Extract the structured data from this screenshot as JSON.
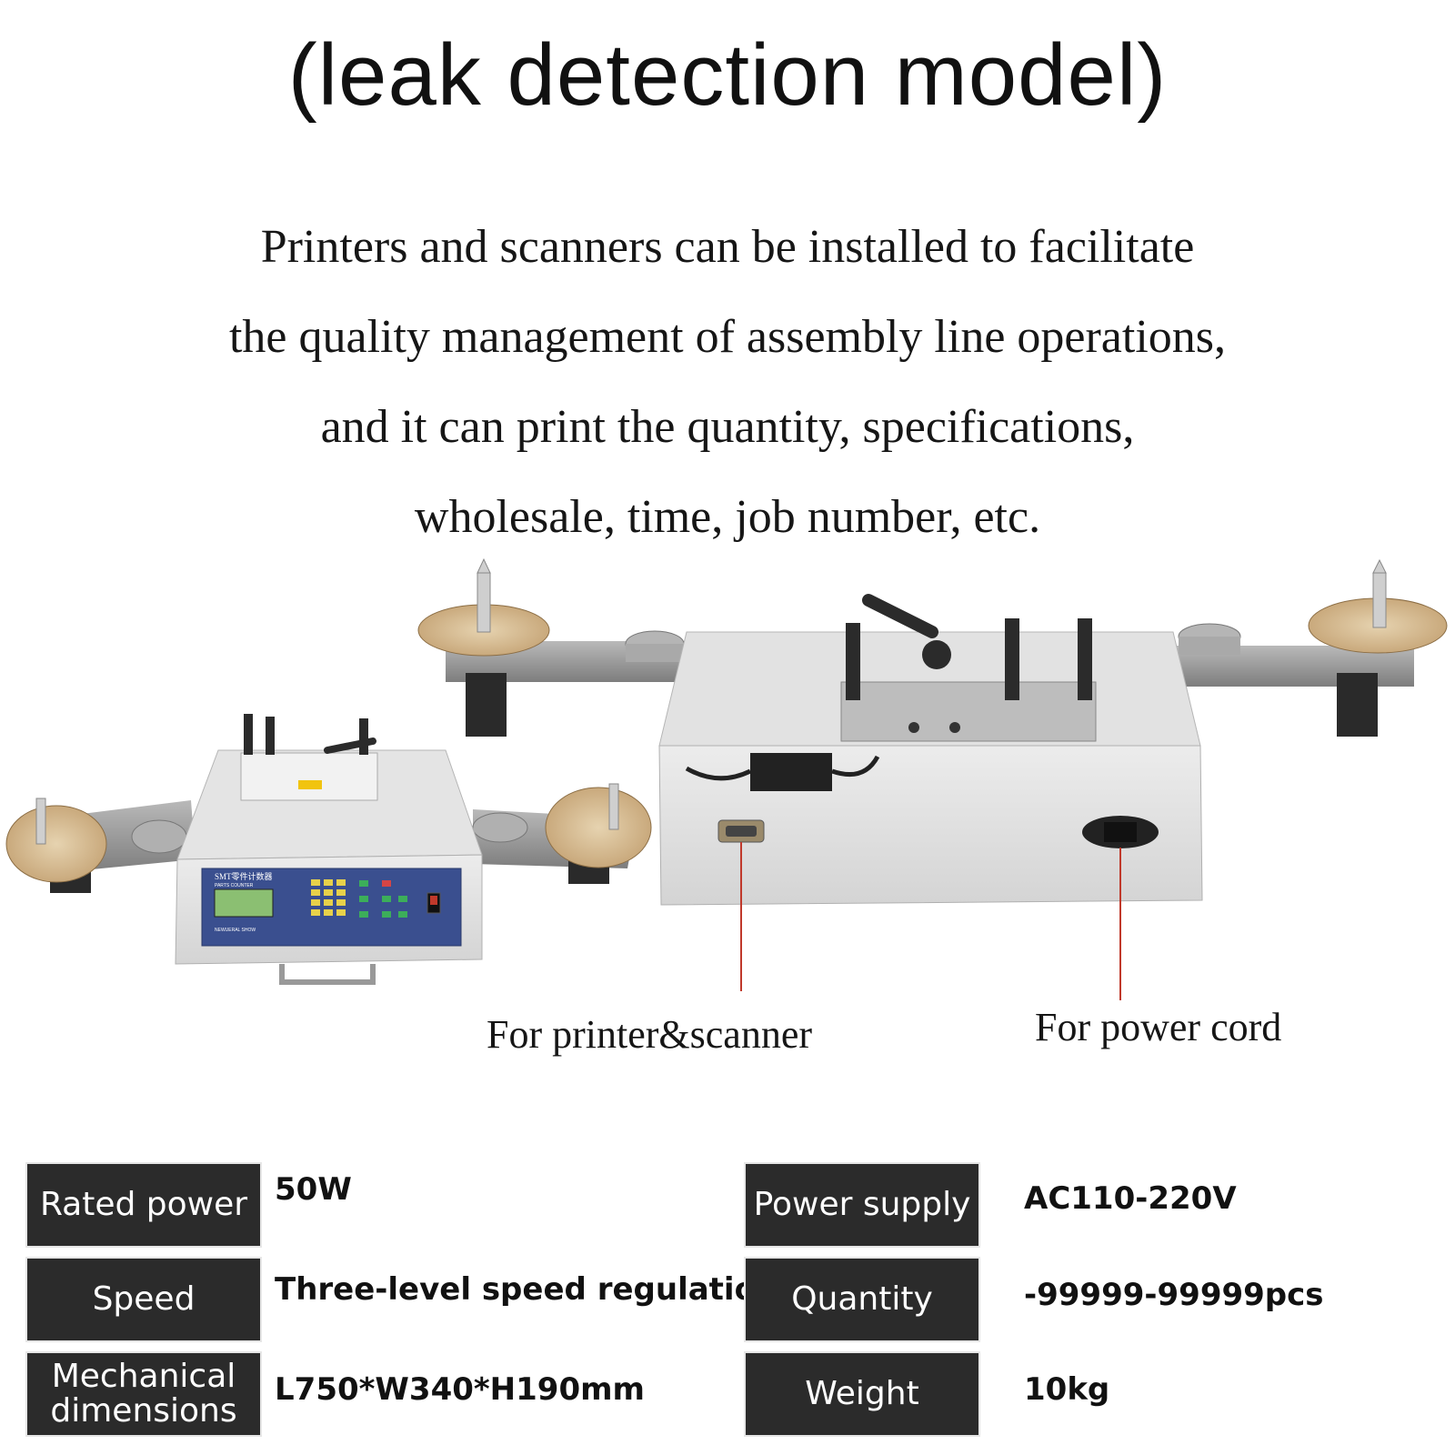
{
  "title": "(leak detection model)",
  "description": [
    "Printers and scanners can be installed to facilitate",
    "the quality management of assembly line operations,",
    "and it can print the quantity, specifications,",
    "wholesale, time, job number, etc."
  ],
  "device_panel": {
    "brand": "SMT零件计数器",
    "subtitle": "PARTS COUNTER",
    "footer": "NEWUERAL SHOW"
  },
  "captions": {
    "port": "For printer&scanner",
    "power": "For power cord"
  },
  "specs": {
    "rated_power": {
      "label": "Rated power",
      "value": "50W"
    },
    "speed": {
      "label": "Speed",
      "value": "Three-level speed regulation"
    },
    "dimensions": {
      "label_line1": "Mechanical",
      "label_line2": "dimensions",
      "value": "L750*W340*H190mm"
    },
    "power_supply": {
      "label": "Power supply",
      "value": "AC110-220V"
    },
    "quantity": {
      "label": "Quantity",
      "value": "-99999-99999pcs"
    },
    "weight": {
      "label": "Weight",
      "value": "10kg"
    }
  }
}
